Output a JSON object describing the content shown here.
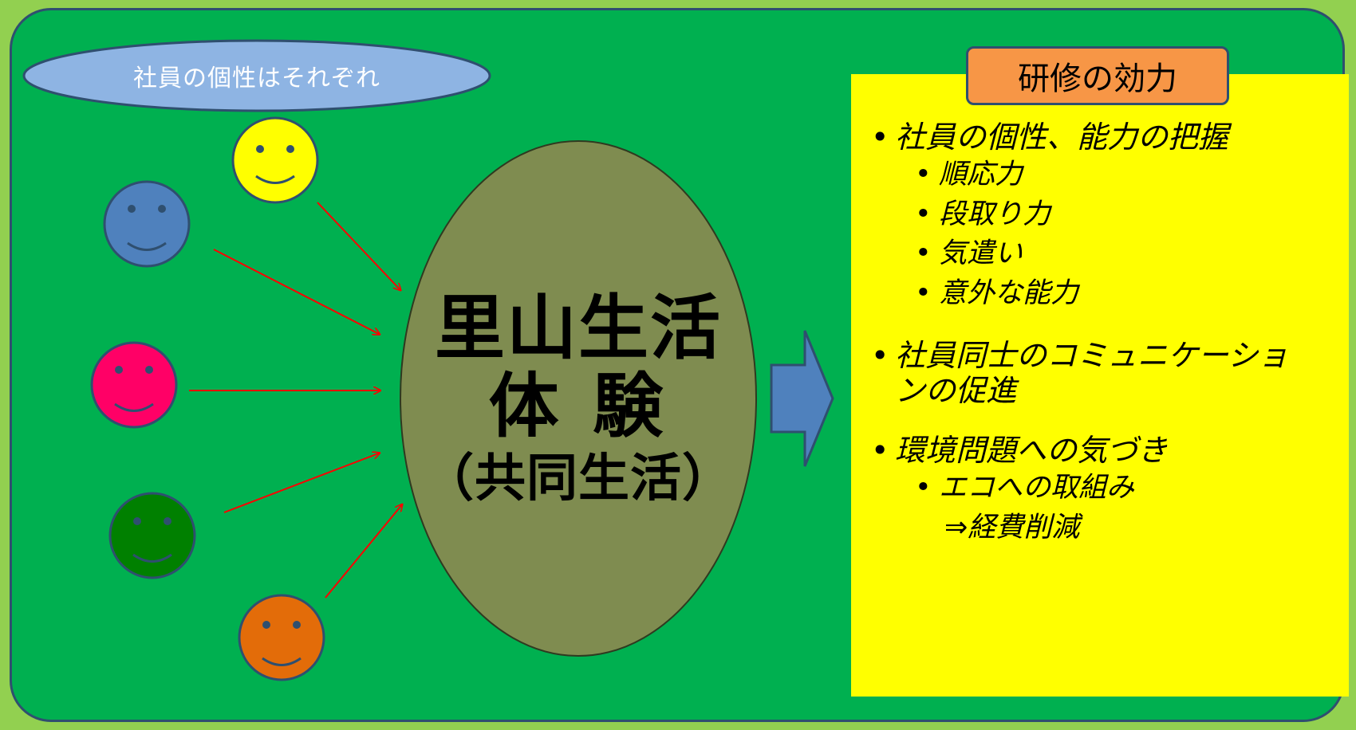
{
  "personality_label": "社員の個性はそれぞれ",
  "faces": [
    {
      "color": "#ffff00",
      "name": "yellow"
    },
    {
      "color": "#4f81bd",
      "name": "blue"
    },
    {
      "color": "#ff0066",
      "name": "pink"
    },
    {
      "color": "#008000",
      "name": "green"
    },
    {
      "color": "#e36c09",
      "name": "orange"
    }
  ],
  "core": {
    "line1": "里山生活",
    "line2": "体 験",
    "line3": "（共同生活）"
  },
  "effects": {
    "title": "研修の効力",
    "items": [
      {
        "text": "社員の個性、能力の把握",
        "subs": [
          "順応力",
          "段取り力",
          "気遣い",
          "意外な能力"
        ]
      },
      {
        "text": "社員同士のコミュニケーションの促進",
        "subs": []
      },
      {
        "text": "環境問題への気づき",
        "subs": [
          "エコへの取組み"
        ],
        "cont": "⇒経費削減"
      }
    ]
  },
  "colors": {
    "background": "#92d050",
    "panel": "#00b050",
    "ellipse_label": "#8eb4e3",
    "core": "#7f8c50",
    "arrows": "#ff0000",
    "block_arrow": "#4f81bd",
    "effects_box": "#ffff00",
    "effects_title": "#f79646"
  }
}
